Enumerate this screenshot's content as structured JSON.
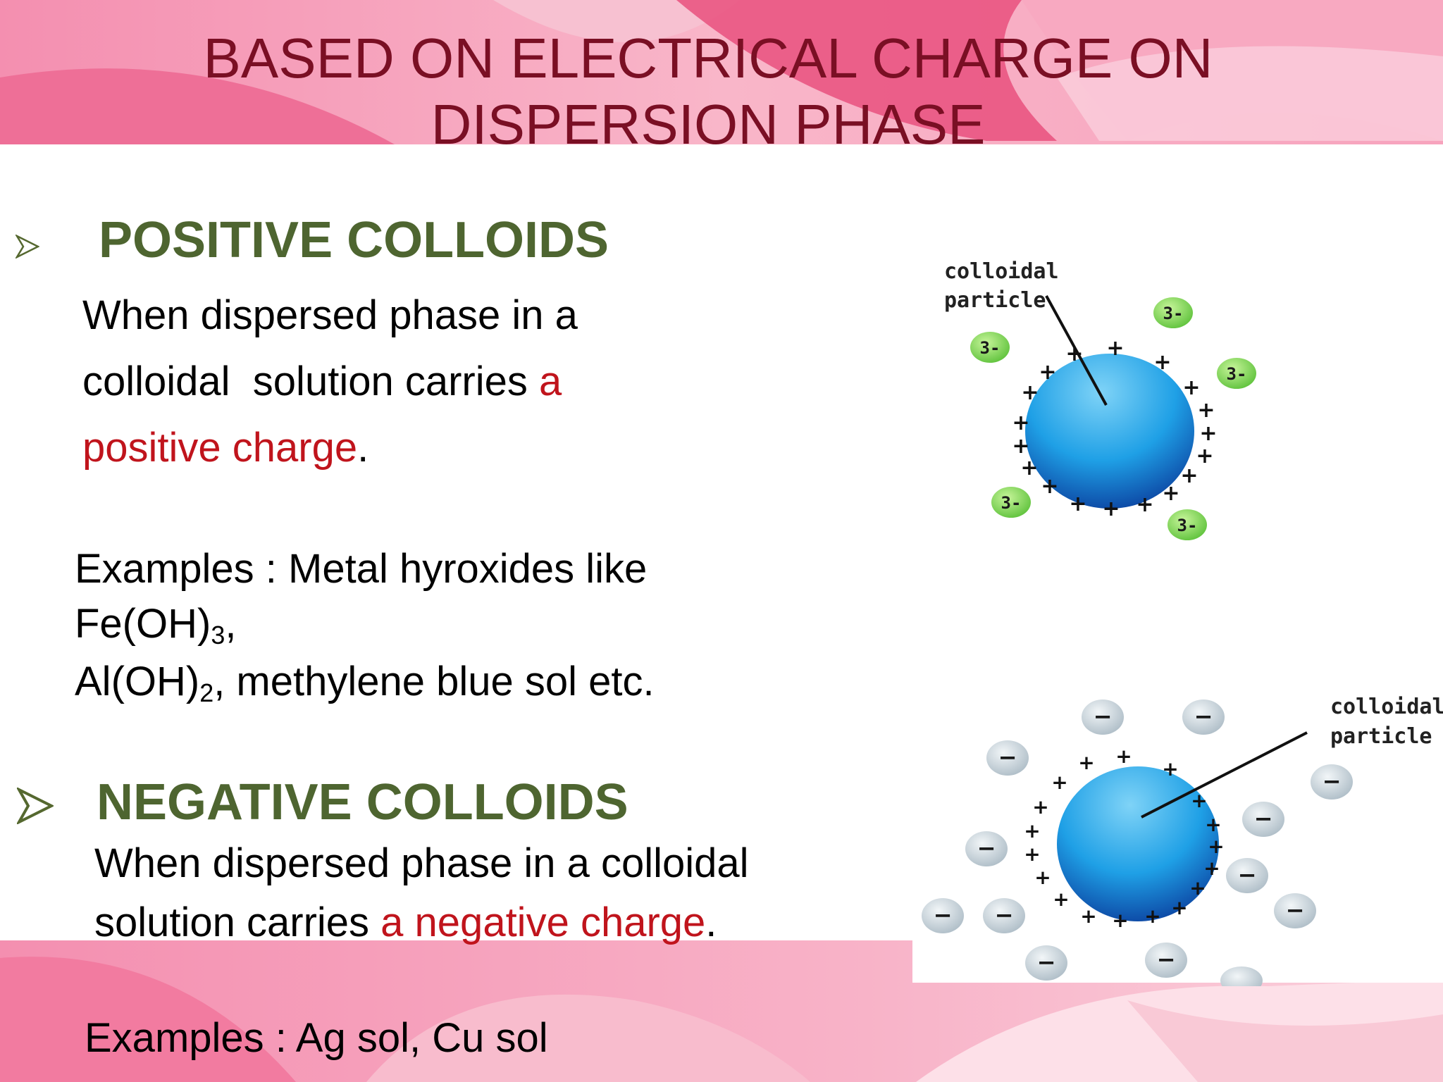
{
  "title": {
    "line1": "BASED ON ELECTRICAL CHARGE ON",
    "line2": "DISPERSION PHASE"
  },
  "positive": {
    "heading": "POSITIVE COLLOIDS",
    "desc_line1": "When dispersed phase in a",
    "desc_line2_plain": "colloidal  solution carries ",
    "desc_line2_red": "a",
    "desc_line3_red": "positive charge",
    "desc_line3_end": ".",
    "examples_line1": "Examples : Metal hyroxides like",
    "ex_fe": "Fe(OH)",
    "ex_fe_sub": "3",
    "ex_fe_end": ",",
    "ex_al": "Al(OH)",
    "ex_al_sub": "2",
    "ex_al_end": ", methylene blue sol etc."
  },
  "negative": {
    "heading": "NEGATIVE COLLOIDS",
    "desc_line1": "When dispersed phase in a colloidal",
    "desc_line2_plain": "solution carries ",
    "desc_line2_red": "a negative charge",
    "desc_line2_end": ".",
    "examples": "Examples : Ag sol, Cu sol"
  },
  "diagram_positive": {
    "label_line1": "colloidal",
    "label_line2": "particle",
    "ion_label": "3-"
  },
  "diagram_negative": {
    "label_line1": "colloidal",
    "label_line2": "particle",
    "ion_label": "−"
  },
  "colors": {
    "title": "#7a0f24",
    "heading": "#4e6530",
    "highlight": "#c0141c",
    "background_pink": "#f7a6bf"
  },
  "bullet_icon": "arrowhead-bullet-icon"
}
